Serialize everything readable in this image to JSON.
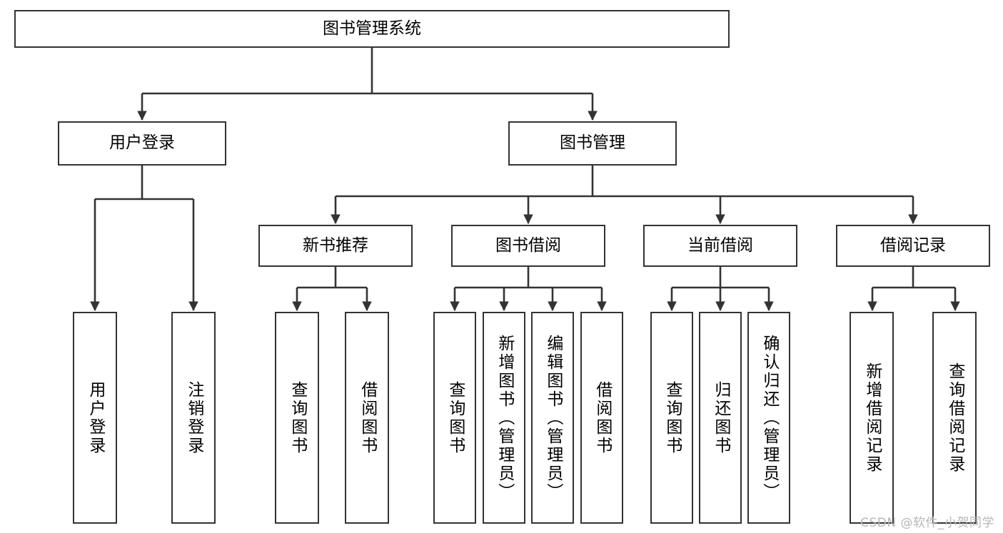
{
  "diagram": {
    "title": "图书管理系统",
    "type": "tree-hierarchy",
    "orientation": "top-down",
    "watermark": "CSDN @软件_小贺同学",
    "colors": {
      "box_border": "#333333",
      "box_fill": "#ffffff",
      "edge": "#333333",
      "text": "#000000",
      "watermark": "#b6b6b6",
      "background": "#ffffff"
    }
  },
  "nodes": {
    "root": {
      "id": "root",
      "label": "图书管理系统",
      "level": 0,
      "text_direction": "horizontal"
    },
    "level1": [
      {
        "id": "user-login",
        "label": "用户登录",
        "level": 1,
        "text_direction": "horizontal"
      },
      {
        "id": "book-manage",
        "label": "图书管理",
        "level": 1,
        "text_direction": "horizontal"
      }
    ],
    "level2": [
      {
        "id": "new-book-recommend",
        "label": "新书推荐",
        "level": 2,
        "parent": "book-manage",
        "text_direction": "horizontal"
      },
      {
        "id": "book-borrow",
        "label": "图书借阅",
        "level": 2,
        "parent": "book-manage",
        "text_direction": "horizontal"
      },
      {
        "id": "current-borrow",
        "label": "当前借阅",
        "level": 2,
        "parent": "book-manage",
        "text_direction": "horizontal"
      },
      {
        "id": "borrow-record",
        "label": "借阅记录",
        "level": 2,
        "parent": "book-manage",
        "text_direction": "horizontal"
      }
    ],
    "leaves": [
      {
        "id": "leaf-user-login",
        "label": "用户登录",
        "parent": "user-login",
        "text_direction": "vertical"
      },
      {
        "id": "leaf-user-logout",
        "label": "注销登录",
        "parent": "user-login",
        "text_direction": "vertical"
      },
      {
        "id": "leaf-query-book-1",
        "label": "查询图书",
        "parent": "new-book-recommend",
        "text_direction": "vertical"
      },
      {
        "id": "leaf-borrow-book-1",
        "label": "借阅图书",
        "parent": "new-book-recommend",
        "text_direction": "vertical"
      },
      {
        "id": "leaf-query-book-2",
        "label": "查询图书",
        "parent": "book-borrow",
        "text_direction": "vertical"
      },
      {
        "id": "leaf-add-book",
        "label": "新增图书（管理员）",
        "parent": "book-borrow",
        "text_direction": "vertical"
      },
      {
        "id": "leaf-edit-book",
        "label": "编辑图书（管理员）",
        "parent": "book-borrow",
        "text_direction": "vertical"
      },
      {
        "id": "leaf-borrow-book-2",
        "label": "借阅图书",
        "parent": "book-borrow",
        "text_direction": "vertical"
      },
      {
        "id": "leaf-query-book-3",
        "label": "查询图书",
        "parent": "current-borrow",
        "text_direction": "vertical"
      },
      {
        "id": "leaf-return-book",
        "label": "归还图书",
        "parent": "current-borrow",
        "text_direction": "vertical"
      },
      {
        "id": "leaf-confirm-return",
        "label": "确认归还（管理员）",
        "parent": "current-borrow",
        "text_direction": "vertical"
      },
      {
        "id": "leaf-add-record",
        "label": "新增借阅记录",
        "parent": "borrow-record",
        "text_direction": "vertical"
      },
      {
        "id": "leaf-query-record",
        "label": "查询借阅记录",
        "parent": "borrow-record",
        "text_direction": "vertical"
      }
    ]
  }
}
